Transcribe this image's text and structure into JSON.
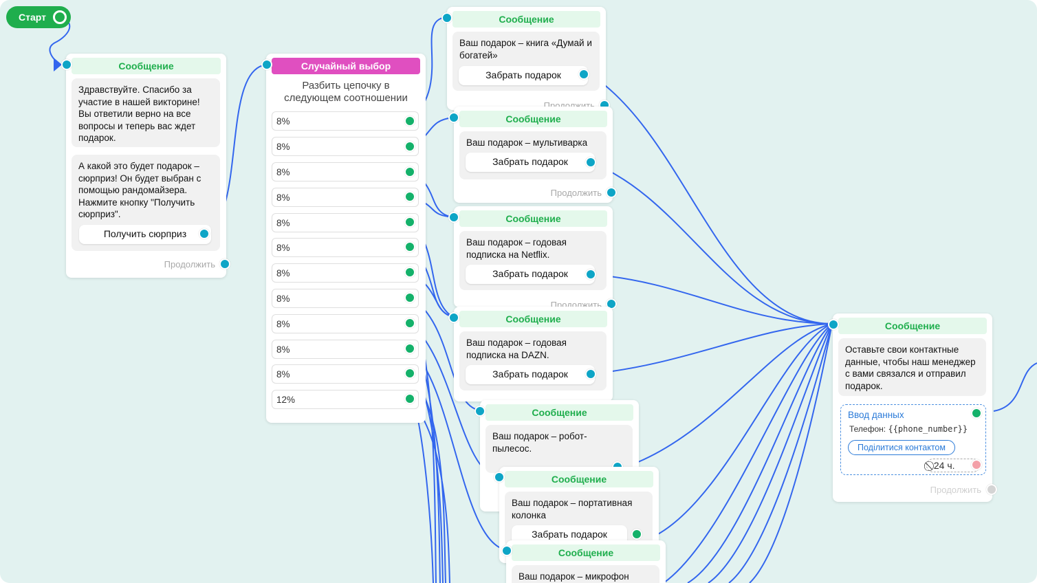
{
  "start": {
    "label": "Старт"
  },
  "headers": {
    "message": "Сообщение",
    "random": "Случайный выбор"
  },
  "common": {
    "continue": "Продолжить",
    "take_gift": "Забрать подарок"
  },
  "intro": {
    "text1": "Здравствуйте. Спасибо за участие в нашей викторине! Вы ответили верно на все вопросы и теперь вас ждет подарок.",
    "text2": "А какой это будет подарок – сюрприз! Он будет выбран с помощью рандомайзера. Нажмите кнопку \"Получить сюрприз\".",
    "button": "Получить сюрприз"
  },
  "random": {
    "description": "Разбить цепочку в следующем соотношении",
    "rows": [
      "8%",
      "8%",
      "8%",
      "8%",
      "8%",
      "8%",
      "8%",
      "8%",
      "8%",
      "8%",
      "8%",
      "12%"
    ]
  },
  "gifts": [
    {
      "text": "Ваш подарок – книга «Думай и богатей»"
    },
    {
      "text": "Ваш подарок – мультиварка"
    },
    {
      "text": "Ваш подарок – годовая подписка на Netflix."
    },
    {
      "text": "Ваш подарок – годовая подписка на DAZN."
    },
    {
      "text": "Ваш подарок – робот-пылесос."
    },
    {
      "text": "Ваш подарок – портативная колонка"
    },
    {
      "text": "Ваш подарок – микрофон"
    }
  ],
  "contact": {
    "text": "Оставьте свои контактные данные, чтобы наш менеджер с вами связался и отправил подарок.",
    "input_title": "Ввод данных",
    "phone_label": "Телефон:",
    "phone_var": "{{phone_number}}",
    "share_button": "Поділитися контактом",
    "timeout": "24 ч."
  },
  "colors": {
    "wire": "#3366ee",
    "accent_green": "#1fae4d",
    "random_header": "#e04fc0",
    "port_blue": "#0ea5c6",
    "canvas": "#e2f2f0"
  }
}
